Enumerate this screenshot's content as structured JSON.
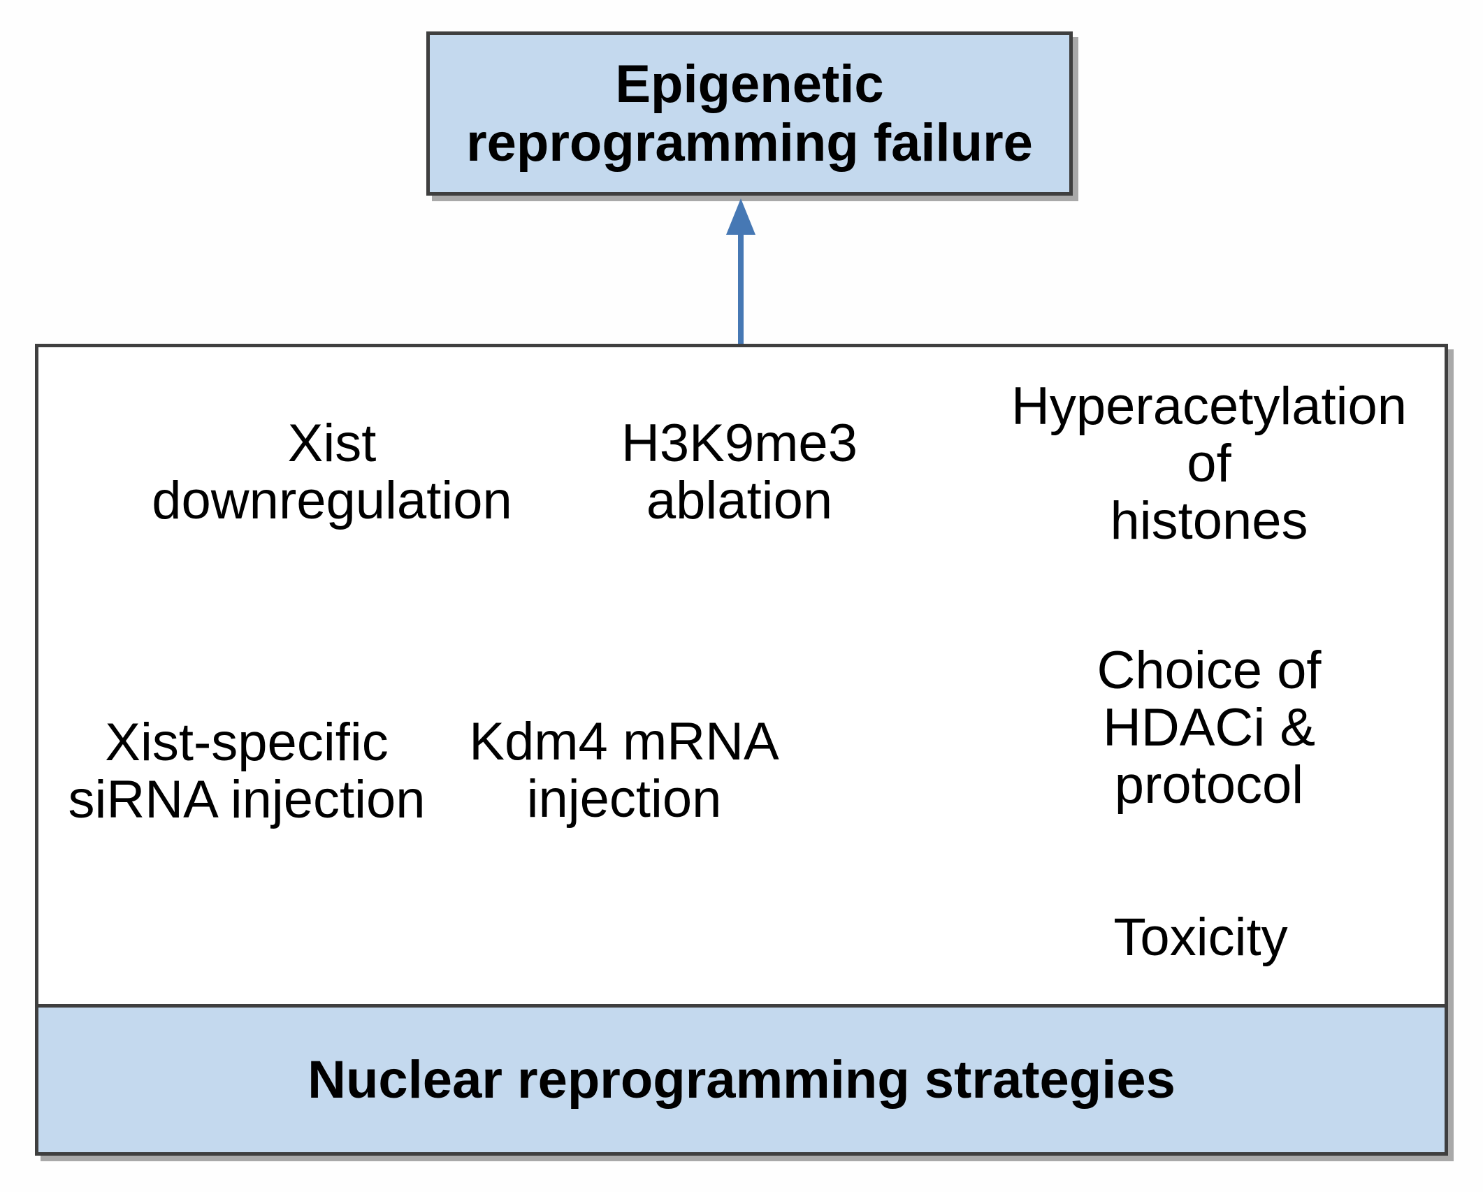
{
  "diagram": {
    "outcome_box": {
      "label": "Epigenetic\nreprogramming failure"
    },
    "container_box": {
      "strategies_bar_label": "Nuclear reprogramming strategies",
      "effects": [
        {
          "id": "xist-downregulation",
          "label": "Xist\ndownregulation"
        },
        {
          "id": "h3k9me3-ablation",
          "label": "H3K9me3\nablation"
        },
        {
          "id": "hyperacetylation-histones",
          "label": "Hyperacetylation of\nhistones"
        }
      ],
      "interventions": [
        {
          "id": "xist-sirna-injection",
          "label": "Xist-specific\nsiRNA injection"
        },
        {
          "id": "kdm4-mrna-injection",
          "label": "Kdm4 mRNA\ninjection"
        },
        {
          "id": "choice-hdaci-protocol",
          "label": "Choice of\nHDACi & protocol"
        },
        {
          "id": "toxicity",
          "label": "Toxicity"
        }
      ]
    },
    "connections": [
      {
        "from": "nuclear-reprogramming-strategies-box",
        "to": "epigenetic-reprogramming-failure"
      },
      {
        "from": "xist-sirna-injection",
        "to": "xist-downregulation"
      },
      {
        "from": "kdm4-mrna-injection",
        "to": "h3k9me3-ablation"
      },
      {
        "from": "choice-hdaci-protocol",
        "to": "h3k9me3-ablation"
      },
      {
        "from": "choice-hdaci-protocol",
        "to": "hyperacetylation-histones"
      },
      {
        "from": "toxicity",
        "to": "choice-hdaci-protocol"
      }
    ],
    "colors": {
      "box_fill": "#c4d9ee",
      "box_border": "#3f3f3f",
      "box_shadow": "#a9a9a9",
      "arrow": "#4678b4",
      "text": "#000000"
    }
  }
}
